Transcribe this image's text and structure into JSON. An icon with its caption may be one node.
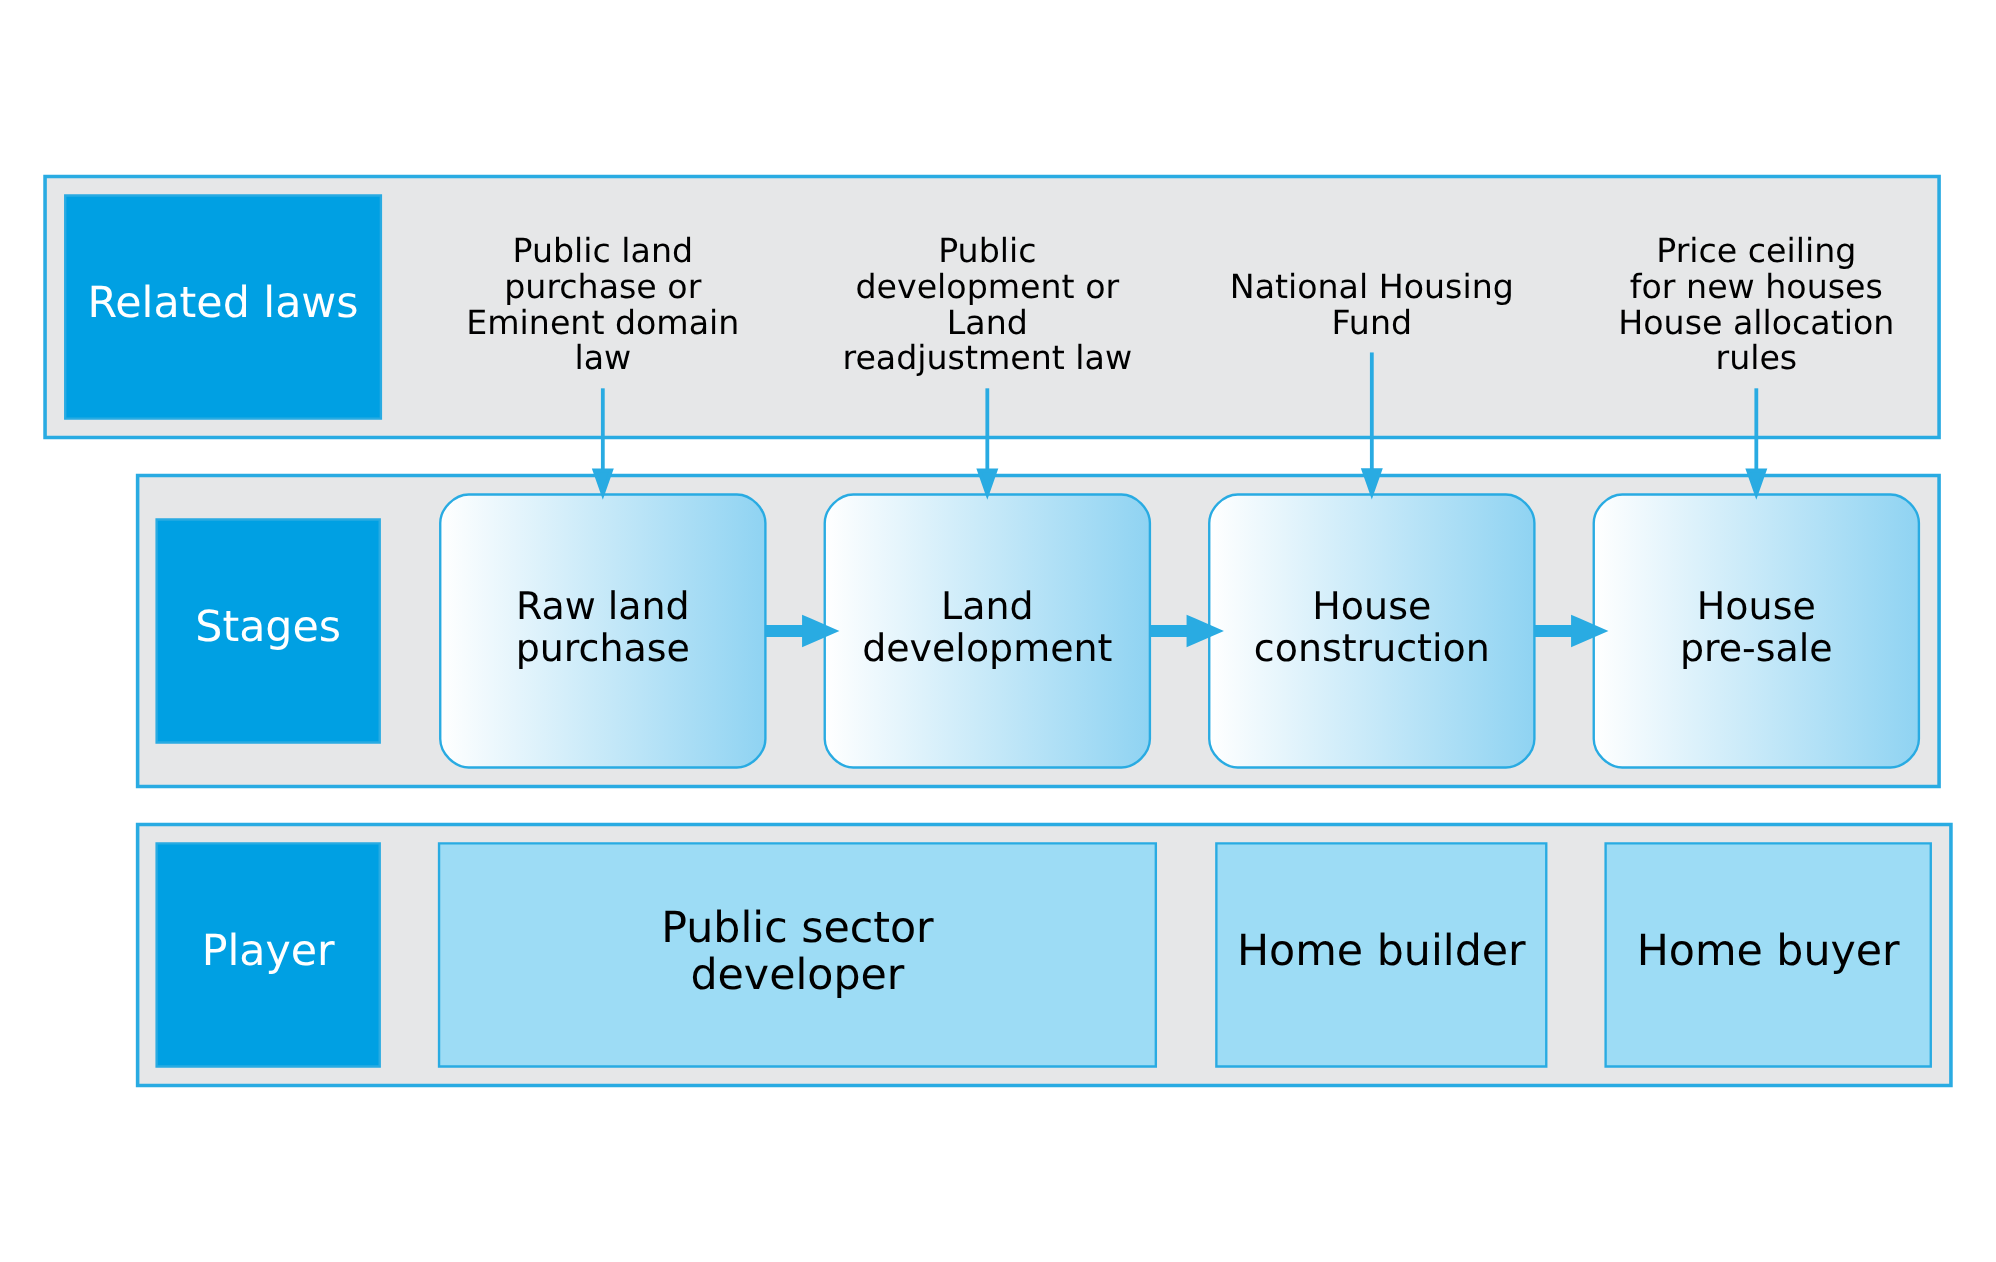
{
  "diagram": {
    "nodes": [
      {
        "text": [],
        "shape": "box"
      },
      {
        "text": [
          "Related laws"
        ],
        "in": 0
      },
      {
        "text": [
          "Public land purchase or Eminent domain law"
        ],
        "in": 0
      },
      {
        "text": [
          "Public development or Land readjustment law"
        ],
        "in": 0
      },
      {
        "text": [
          "National Housing Fund"
        ],
        "in": 0
      },
      {
        "text": [
          "Price ceiling for new houses",
          "House allocation rules"
        ],
        "in": 0
      },
      {
        "text": [],
        "shape": "box"
      },
      {
        "text": [
          "Stages"
        ],
        "in": 6
      },
      {
        "text": [
          "Raw land purchase"
        ],
        "in": 6
      },
      {
        "text": [
          "Land development"
        ],
        "in": 6
      },
      {
        "text": [
          "House construction"
        ],
        "in": 6
      },
      {
        "text": [
          "House pre-sale"
        ],
        "in": 6
      },
      {
        "text": [],
        "shape": "box"
      },
      {
        "text": [
          "Player"
        ],
        "in": 12
      },
      {
        "text": [
          "Public sector developer"
        ],
        "in": 12
      },
      {
        "text": [
          "Home builder"
        ],
        "in": 12
      },
      {
        "text": [
          "Home buyer"
        ],
        "in": 12
      }
    ],
    "edges": [
      {
        "from": 2,
        "to": 8,
        "arrow": "to"
      },
      {
        "from": 3,
        "to": 9,
        "arrow": "to"
      },
      {
        "from": 4,
        "to": 10,
        "arrow": "to"
      },
      {
        "from": 5,
        "to": 11,
        "arrow": "to"
      },
      {
        "from": 8,
        "to": 9,
        "arrow": "to",
        "style": "thick"
      },
      {
        "from": 9,
        "to": 10,
        "arrow": "to",
        "style": "thick"
      },
      {
        "from": 10,
        "to": 11,
        "arrow": "to",
        "style": "thick"
      }
    ]
  }
}
